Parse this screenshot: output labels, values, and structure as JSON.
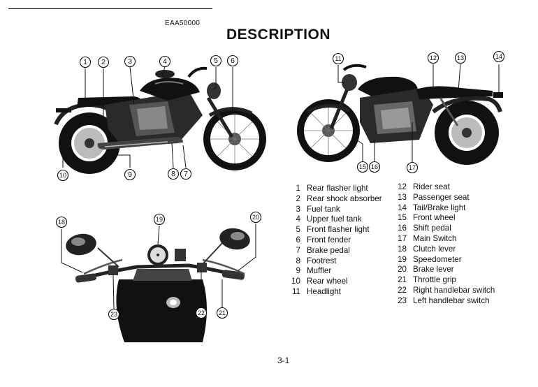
{
  "header": {
    "code": "EAA50000",
    "title": "DESCRIPTION"
  },
  "callouts": {
    "c1": "1",
    "c2": "2",
    "c3": "3",
    "c4": "4",
    "c5": "5",
    "c6": "6",
    "c7": "7",
    "c8": "8",
    "c9": "9",
    "c10": "10",
    "c11": "11",
    "c12": "12",
    "c13": "13",
    "c14": "14",
    "c15": "15",
    "c16": "16",
    "c17": "17",
    "c18": "18",
    "c19": "19",
    "c20": "20",
    "c21": "21",
    "c22": "22",
    "c23": "23"
  },
  "parts_left": [
    {
      "num": "1",
      "label": "Rear flasher light"
    },
    {
      "num": "2",
      "label": "Rear shock absorber"
    },
    {
      "num": "3",
      "label": "Fuel tank"
    },
    {
      "num": "4",
      "label": "Upper fuel tank"
    },
    {
      "num": "5",
      "label": "Front flasher light"
    },
    {
      "num": "6",
      "label": "Front fender"
    },
    {
      "num": "7",
      "label": "Brake pedal"
    },
    {
      "num": "8",
      "label": "Footrest"
    },
    {
      "num": "9",
      "label": "Muffler"
    },
    {
      "num": "10",
      "label": "Rear wheel"
    },
    {
      "num": "11",
      "label": "Headlight"
    }
  ],
  "parts_right": [
    {
      "num": "12",
      "label": "Rider seat"
    },
    {
      "num": "13",
      "label": "Passenger seat"
    },
    {
      "num": "14",
      "label": "Tail/Brake light"
    },
    {
      "num": "15",
      "label": "Front wheel"
    },
    {
      "num": "16",
      "label": "Shift pedal"
    },
    {
      "num": "17",
      "label": "Main Switch"
    },
    {
      "num": "18",
      "label": "Clutch lever"
    },
    {
      "num": "19",
      "label": "Speedometer"
    },
    {
      "num": "20",
      "label": "Brake lever"
    },
    {
      "num": "21",
      "label": "Throttle grip"
    },
    {
      "num": "22",
      "label": "Right handlebar switch"
    },
    {
      "num": "23",
      "label": "Left handlebar switch"
    }
  ],
  "footer": {
    "page": "3-1"
  }
}
